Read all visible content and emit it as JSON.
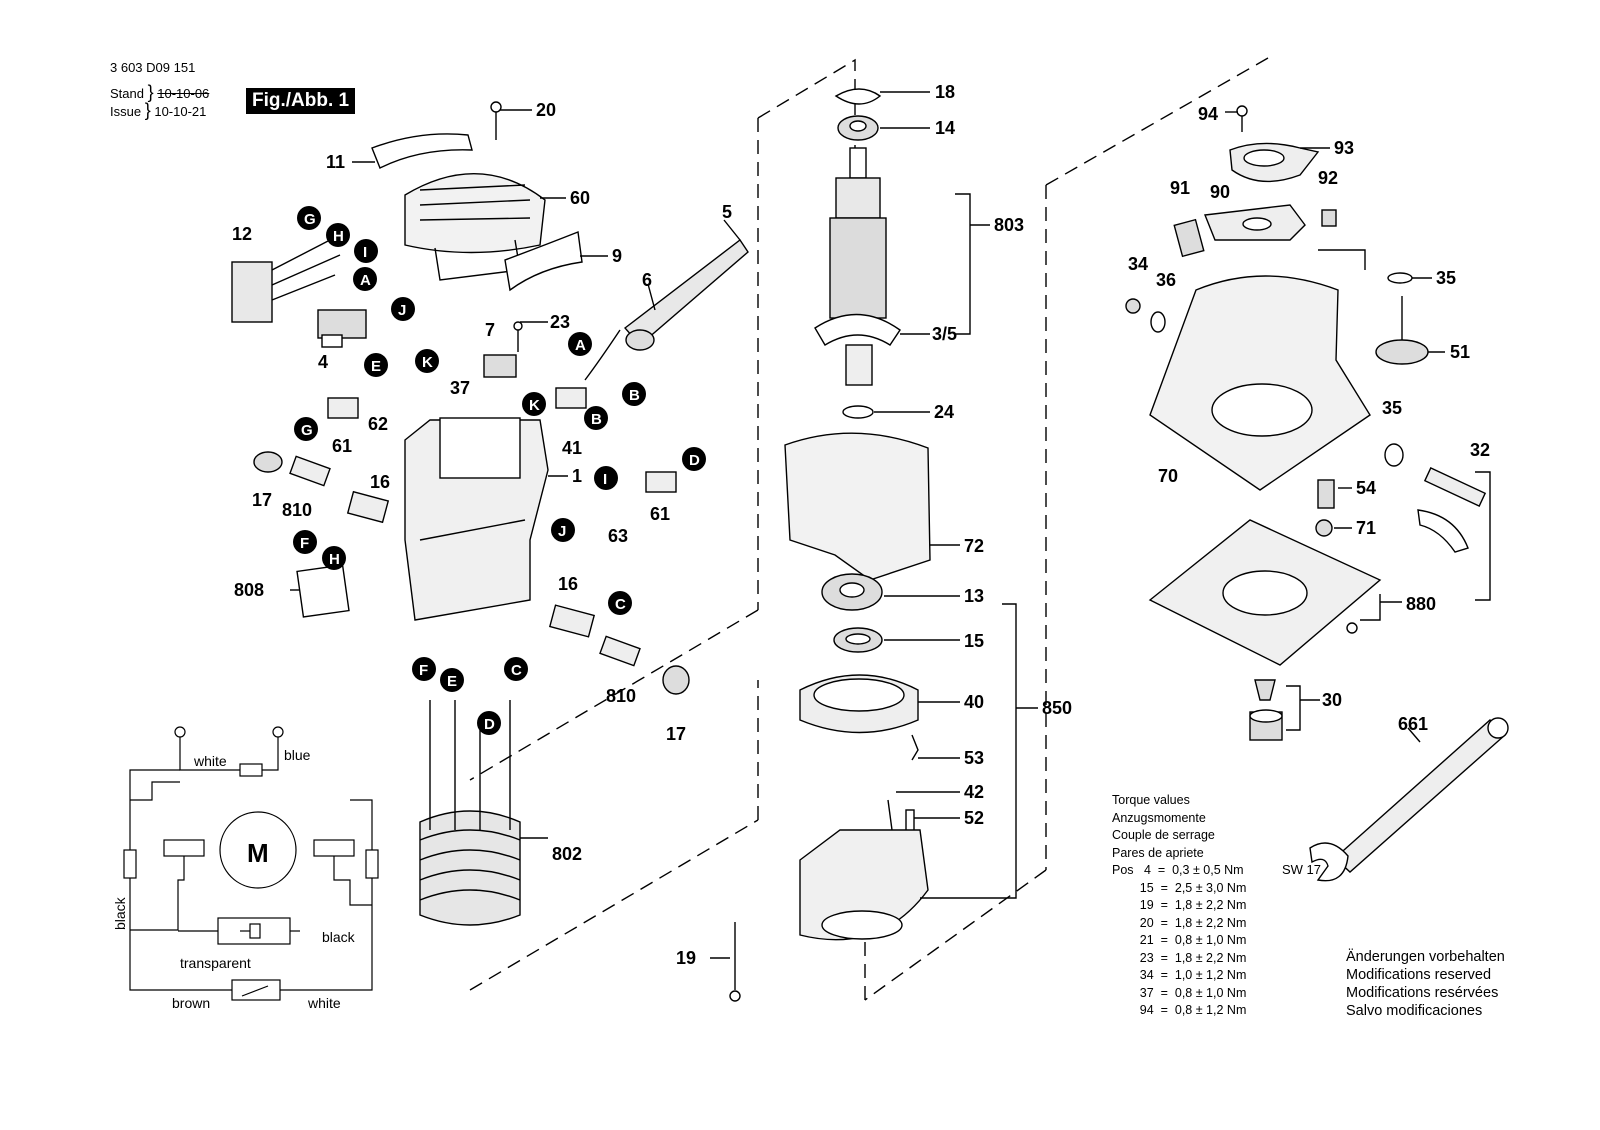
{
  "header": {
    "part_number": "3 603 D09 151",
    "stand_label": "Stand",
    "stand_date": "10-10-06",
    "issue_label": "Issue",
    "issue_date": "10-10-21",
    "figure_label": "Fig./Abb. 1"
  },
  "callouts": [
    {
      "id": "c18",
      "text": "18"
    },
    {
      "id": "c14",
      "text": "14"
    },
    {
      "id": "c803",
      "text": "803"
    },
    {
      "id": "c3_5",
      "text": "3/5"
    },
    {
      "id": "c24",
      "text": "24"
    },
    {
      "id": "c72",
      "text": "72"
    },
    {
      "id": "c13",
      "text": "13"
    },
    {
      "id": "c15",
      "text": "15"
    },
    {
      "id": "c40",
      "text": "40"
    },
    {
      "id": "c850",
      "text": "850"
    },
    {
      "id": "c53",
      "text": "53"
    },
    {
      "id": "c42",
      "text": "42"
    },
    {
      "id": "c52",
      "text": "52"
    },
    {
      "id": "c19",
      "text": "19"
    },
    {
      "id": "c20",
      "text": "20"
    },
    {
      "id": "c11",
      "text": "11"
    },
    {
      "id": "c60",
      "text": "60"
    },
    {
      "id": "c12",
      "text": "12"
    },
    {
      "id": "c9",
      "text": "9"
    },
    {
      "id": "c5",
      "text": "5"
    },
    {
      "id": "c6",
      "text": "6"
    },
    {
      "id": "c4",
      "text": "4"
    },
    {
      "id": "c7",
      "text": "7"
    },
    {
      "id": "c23",
      "text": "23"
    },
    {
      "id": "c62",
      "text": "62"
    },
    {
      "id": "c61a",
      "text": "61"
    },
    {
      "id": "c37",
      "text": "37"
    },
    {
      "id": "c41",
      "text": "41"
    },
    {
      "id": "c16a",
      "text": "16"
    },
    {
      "id": "c1",
      "text": "1"
    },
    {
      "id": "c17a",
      "text": "17"
    },
    {
      "id": "c810a",
      "text": "810"
    },
    {
      "id": "c61b",
      "text": "61"
    },
    {
      "id": "c63",
      "text": "63"
    },
    {
      "id": "c808",
      "text": "808"
    },
    {
      "id": "c16b",
      "text": "16"
    },
    {
      "id": "c810b",
      "text": "810"
    },
    {
      "id": "c17b",
      "text": "17"
    },
    {
      "id": "c802",
      "text": "802"
    },
    {
      "id": "c94",
      "text": "94"
    },
    {
      "id": "c93",
      "text": "93"
    },
    {
      "id": "c91",
      "text": "91"
    },
    {
      "id": "c90",
      "text": "90"
    },
    {
      "id": "c92",
      "text": "92"
    },
    {
      "id": "c34",
      "text": "34"
    },
    {
      "id": "c36",
      "text": "36"
    },
    {
      "id": "c35a",
      "text": "35"
    },
    {
      "id": "c51",
      "text": "51"
    },
    {
      "id": "c35b",
      "text": "35"
    },
    {
      "id": "c32",
      "text": "32"
    },
    {
      "id": "c70",
      "text": "70"
    },
    {
      "id": "c54",
      "text": "54"
    },
    {
      "id": "c71",
      "text": "71"
    },
    {
      "id": "c880",
      "text": "880"
    },
    {
      "id": "c30",
      "text": "30"
    },
    {
      "id": "c661",
      "text": "661"
    }
  ],
  "letters": [
    "G",
    "H",
    "I",
    "A",
    "J",
    "E",
    "K",
    "A",
    "B",
    "K",
    "B",
    "D",
    "I",
    "J",
    "G",
    "F",
    "H",
    "C",
    "F",
    "E",
    "C",
    "D"
  ],
  "wiring": {
    "motor_label": "M",
    "white_top": "white",
    "blue": "blue",
    "black_left": "black",
    "black_right": "black",
    "transparent": "transparent",
    "brown": "brown",
    "white_bottom": "white"
  },
  "torque": {
    "titles": [
      "Torque values",
      "Anzugsmomente",
      "Couple de serrage",
      "Pares de apriete"
    ],
    "rows": [
      "Pos   4  =  0,3 ± 0,5 Nm",
      "        15  =  2,5 ± 3,0 Nm",
      "        19  =  1,8 ± 2,2 Nm",
      "        20  =  1,8 ± 2,2 Nm",
      "        21  =  0,8 ± 1,0 Nm",
      "        23  =  1,8 ± 2,2 Nm",
      "        34  =  1,0 ± 1,2 Nm",
      "        37  =  0,8 ± 1,0 Nm",
      "        94  =  0,8 ± 1,2 Nm"
    ]
  },
  "wrench_size": "SW 17",
  "modifications": [
    "Änderungen vorbehalten",
    "Modifications reserved",
    "Modifications resérvées",
    "Salvo modificaciones"
  ]
}
